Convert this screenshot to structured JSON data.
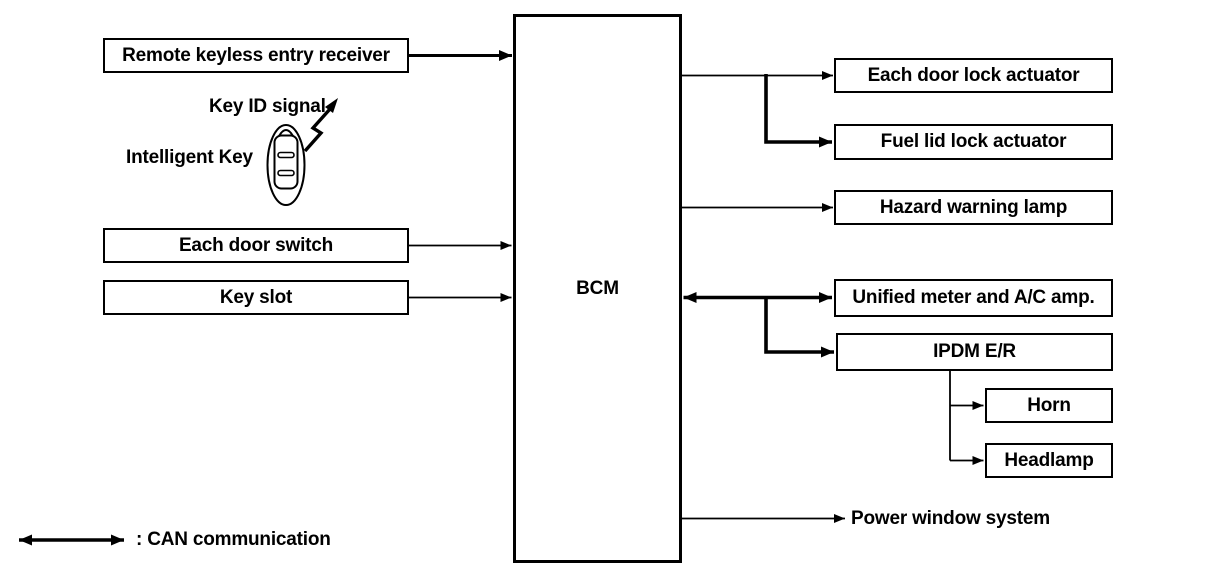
{
  "diagram": {
    "colors": {
      "line": "#000000",
      "background": "#ffffff"
    },
    "bcm": {
      "label": "BCM"
    },
    "inputs": [
      {
        "label": "Remote keyless entry receiver"
      },
      {
        "label": "Each door switch"
      },
      {
        "label": "Key slot"
      }
    ],
    "intelligent_key": {
      "signal_label": "Key ID signal",
      "label": "Intelligent Key"
    },
    "outputs": [
      {
        "label": "Each door lock actuator"
      },
      {
        "label": "Fuel lid lock actuator"
      },
      {
        "label": "Hazard warning lamp"
      },
      {
        "label": "Unified meter and A/C amp."
      },
      {
        "label": "IPDM E/R"
      }
    ],
    "sub_outputs": [
      {
        "label": "Horn"
      },
      {
        "label": "Headlamp"
      }
    ],
    "power_window": {
      "label": "Power window system"
    },
    "legend": {
      "label": ": CAN communication"
    },
    "connections": [
      {
        "from": "Remote keyless entry receiver",
        "to": "BCM",
        "style": "bold-arrow"
      },
      {
        "from": "Each door switch",
        "to": "BCM",
        "style": "arrow"
      },
      {
        "from": "Key slot",
        "to": "BCM",
        "style": "arrow"
      },
      {
        "from": "Intelligent Key",
        "signal": "Key ID signal",
        "style": "radio-wave"
      },
      {
        "from": "BCM",
        "to": "Each door lock actuator",
        "style": "arrow"
      },
      {
        "from": "BCM",
        "to": "Fuel lid lock actuator",
        "style": "bold-arrow"
      },
      {
        "from": "BCM",
        "to": "Hazard warning lamp",
        "style": "arrow"
      },
      {
        "from": "BCM",
        "to": "Unified meter and A/C amp.",
        "style": "can-bidirectional"
      },
      {
        "from": "BCM",
        "to": "IPDM E/R",
        "style": "can-bidirectional"
      },
      {
        "from": "IPDM E/R",
        "to": "Horn",
        "style": "arrow"
      },
      {
        "from": "IPDM E/R",
        "to": "Headlamp",
        "style": "arrow"
      },
      {
        "from": "BCM",
        "to": "Power window system",
        "style": "arrow"
      }
    ]
  }
}
